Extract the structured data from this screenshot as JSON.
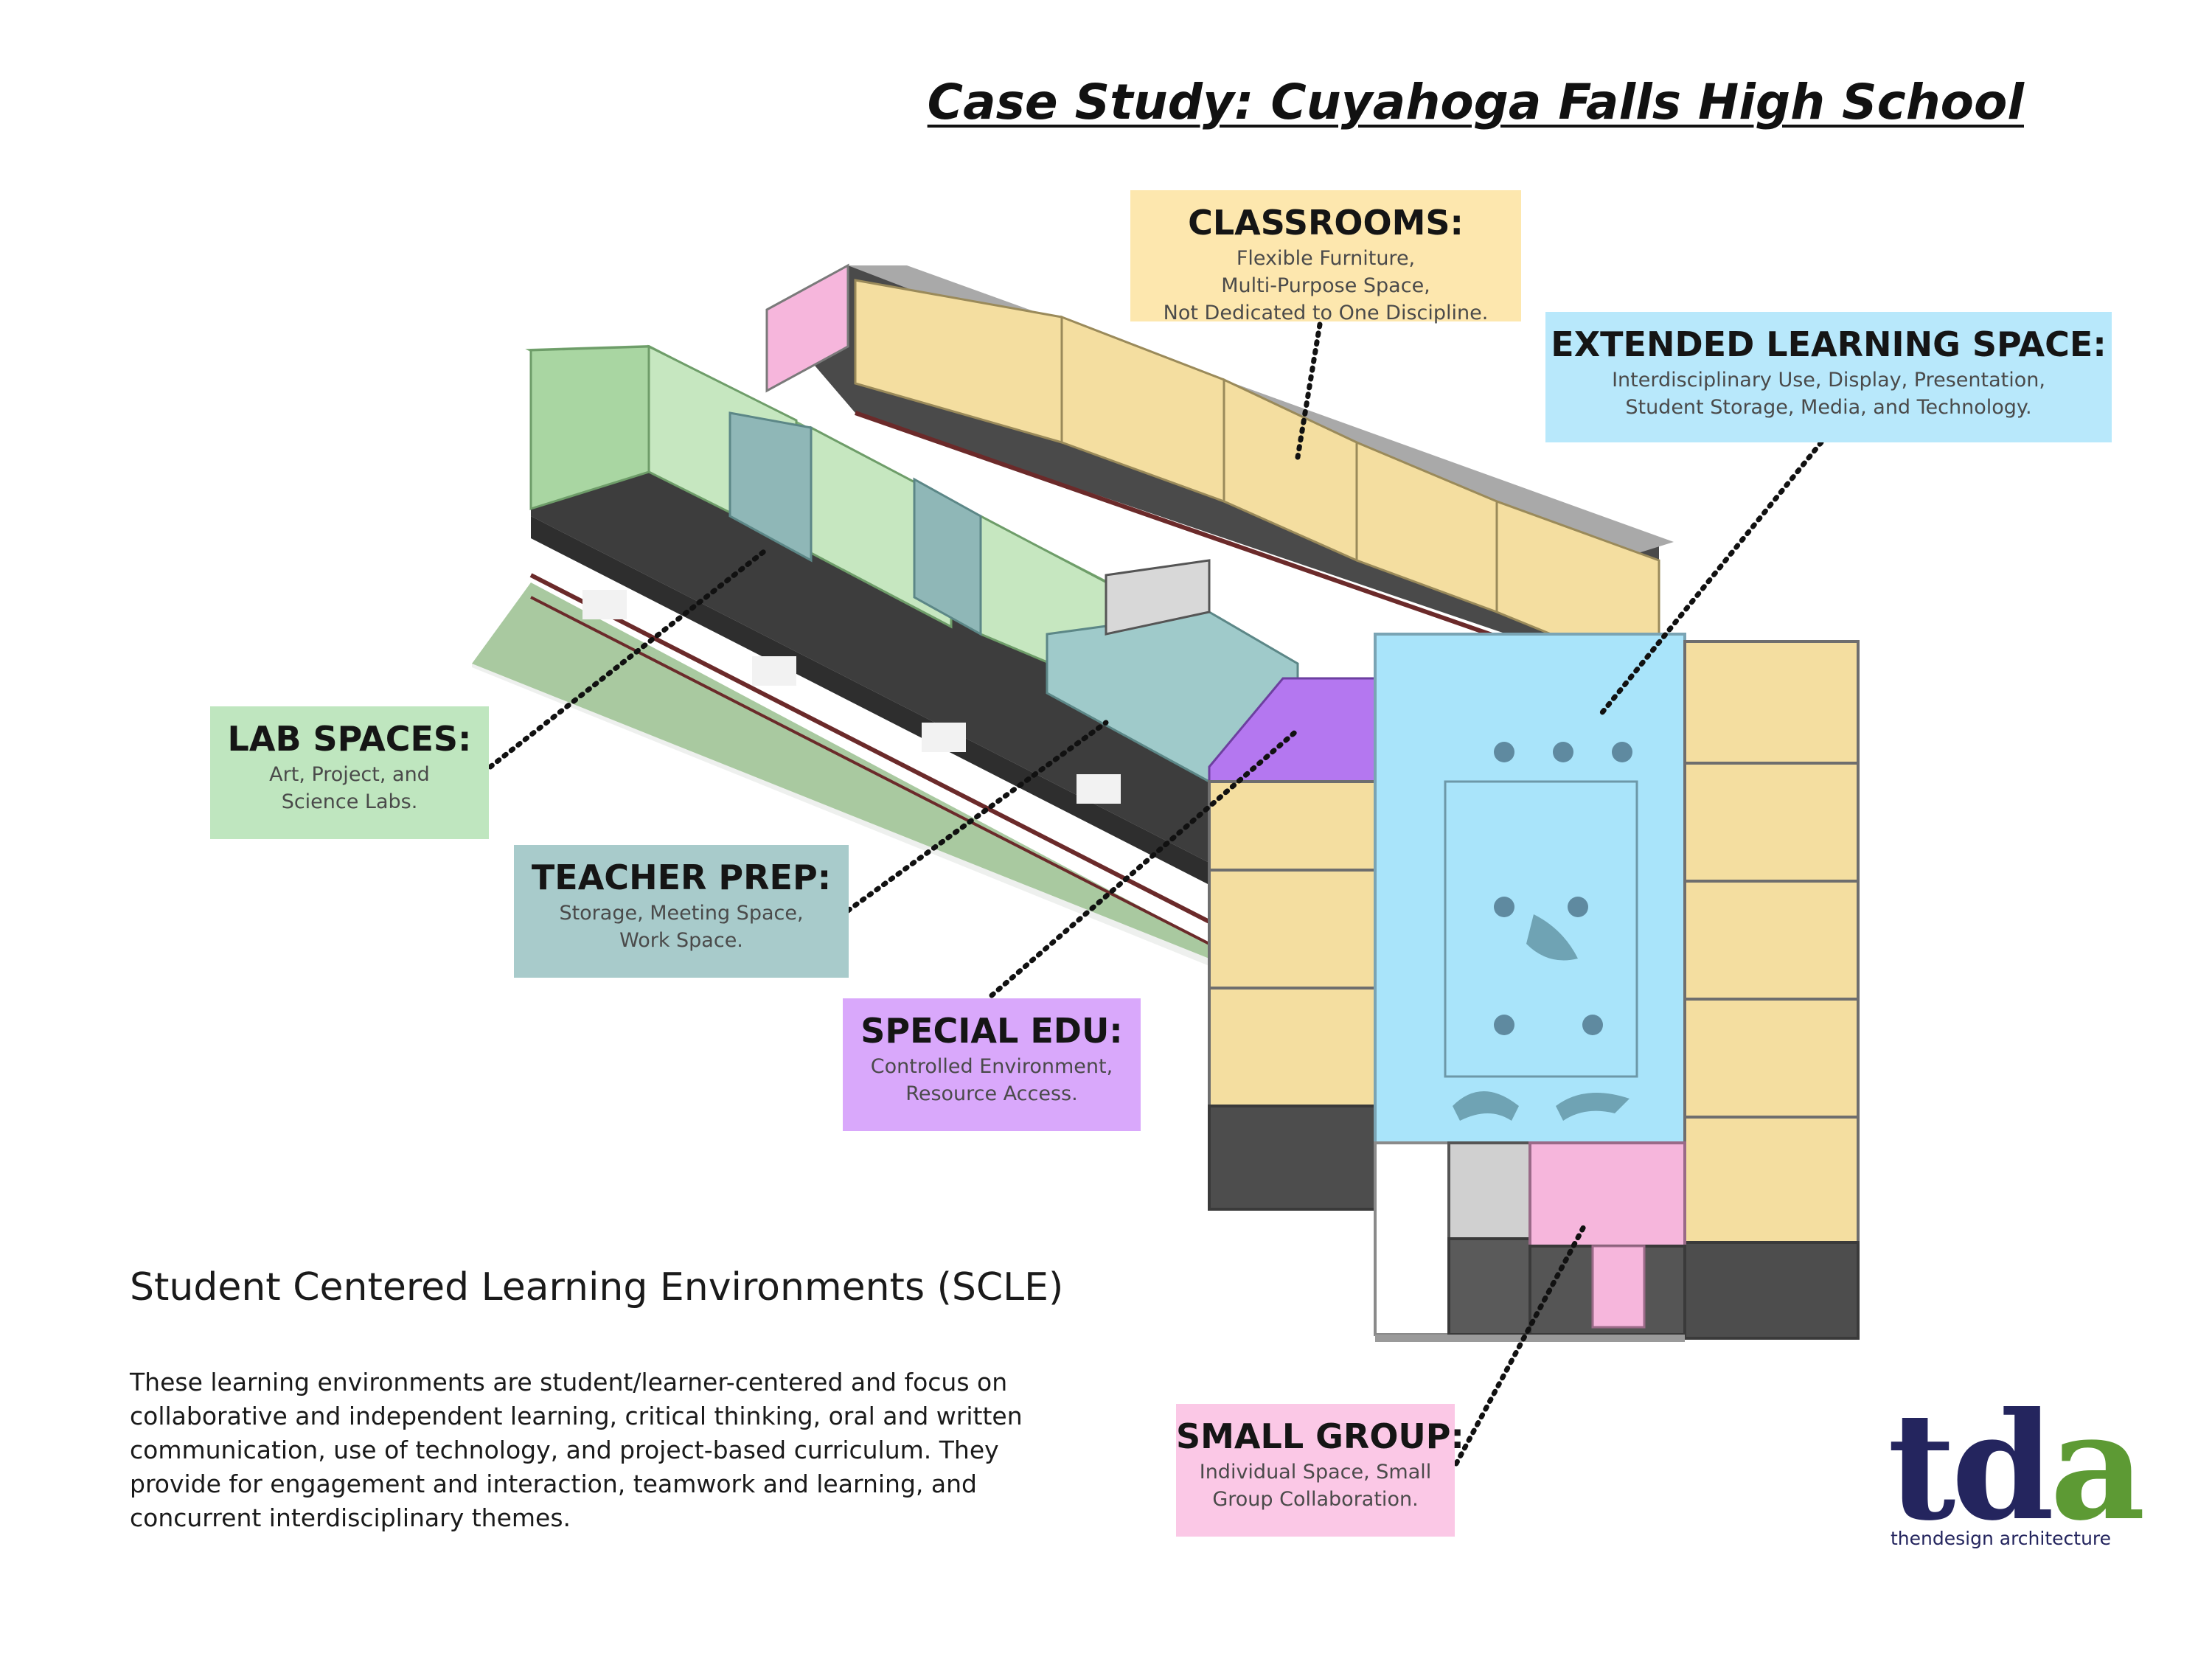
{
  "title": "Case Study: Cuyahoga Falls High School",
  "callouts": {
    "classrooms": {
      "heading": "CLASSROOMS:",
      "lines": [
        "Flexible Furniture,",
        "Multi-Purpose Space,",
        "Not Dedicated to One Discipline."
      ],
      "color": "#fde7ae"
    },
    "extended": {
      "heading": "EXTENDED LEARNING SPACE:",
      "lines": [
        "Interdisciplinary Use, Display, Presentation,",
        "Student Storage, Media, and Technology."
      ],
      "color": "#b8e8fb"
    },
    "lab": {
      "heading": "LAB SPACES:",
      "lines": [
        "Art, Project, and",
        "Science Labs."
      ],
      "color": "#bfe6bf"
    },
    "teacher": {
      "heading": "TEACHER PREP:",
      "lines": [
        "Storage, Meeting Space,",
        "Work Space."
      ],
      "color": "#a8cbcb"
    },
    "special": {
      "heading": "SPECIAL EDU:",
      "lines": [
        "Controlled Environment,",
        "Resource Access."
      ],
      "color": "#d9a8fb"
    },
    "small": {
      "heading": "SMALL GROUP:",
      "lines": [
        "Individual Space, Small",
        "Group Collaboration."
      ],
      "color": "#fbc8e6"
    }
  },
  "scle": {
    "heading": "Student Centered Learning Environments (SCLE)",
    "body_lines": [
      "These learning environments are student/learner-centered and focus on",
      "collaborative and independent learning, critical thinking, oral and written",
      "communication, use of technology, and project-based curriculum. They",
      "provide for engagement and interaction, teamwork and learning, and",
      "concurrent interdisciplinary themes."
    ]
  },
  "logo": {
    "letters_main": "td",
    "letter_accent": "a",
    "tagline": "thendesign architecture",
    "color_main": "#24255e",
    "color_accent": "#5d9a34"
  },
  "colors": {
    "classroom": "#f4dea0",
    "lab": "#b6e0b0",
    "teacher": "#9fcaca",
    "special": "#b477f0",
    "extended": "#a9e4fa",
    "small": "#f6b6dc",
    "wall": "#4a4a4a"
  }
}
